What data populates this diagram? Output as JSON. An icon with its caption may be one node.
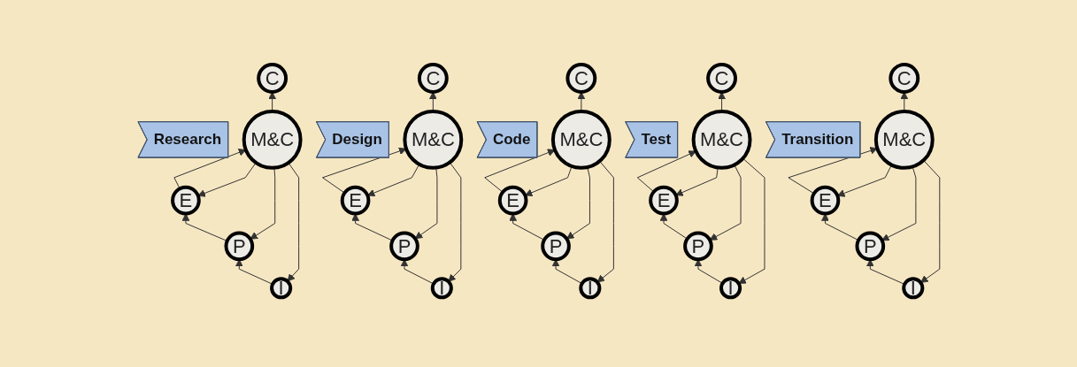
{
  "diagram": {
    "nodes": [
      {
        "text": [
          "Research"
        ]
      },
      {
        "text": [
          "Design"
        ]
      },
      {
        "text": [
          "Code"
        ]
      },
      {
        "text": [
          "Test"
        ]
      },
      {
        "text": [
          "Transition"
        ]
      },
      {
        "text": [
          "I"
        ]
      },
      {
        "text": [
          "P"
        ]
      },
      {
        "text": [
          "C"
        ]
      },
      {
        "text": [
          "E"
        ]
      },
      {
        "text": [
          "M&C"
        ]
      },
      {
        "text": [
          "I"
        ]
      },
      {
        "text": [
          "P"
        ]
      },
      {
        "text": [
          "C"
        ]
      },
      {
        "text": [
          "E"
        ]
      },
      {
        "text": [
          "M&C"
        ]
      },
      {
        "text": [
          "I"
        ]
      },
      {
        "text": [
          "P"
        ]
      },
      {
        "text": [
          "C"
        ]
      },
      {
        "text": [
          "E"
        ]
      },
      {
        "text": [
          "M&C"
        ]
      },
      {
        "text": [
          "I"
        ]
      },
      {
        "text": [
          "P"
        ]
      },
      {
        "text": [
          "C"
        ]
      },
      {
        "text": [
          "E"
        ]
      },
      {
        "text": [
          "M&C"
        ]
      },
      {
        "text": [
          "I"
        ]
      },
      {
        "text": [
          "P"
        ]
      },
      {
        "text": [
          "C"
        ]
      },
      {
        "text": [
          "E"
        ]
      },
      {
        "text": [
          "M&C"
        ]
      }
    ],
    "edges": [
      {
        "from": 5,
        "to": 6,
        "arrow": "to"
      },
      {
        "from": 6,
        "to": 8,
        "arrow": "to"
      },
      {
        "from": 9,
        "to": 5,
        "arrow": "to"
      },
      {
        "from": 9,
        "to": 6,
        "arrow": "to"
      },
      {
        "from": 9,
        "to": 7,
        "arrow": "to"
      },
      {
        "from": 9,
        "to": 8,
        "arrow": "to"
      },
      {
        "from": 8,
        "to": 9,
        "arrow": "to"
      },
      {
        "from": 10,
        "to": 11,
        "arrow": "to"
      },
      {
        "from": 11,
        "to": 13,
        "arrow": "to"
      },
      {
        "from": 14,
        "to": 10,
        "arrow": "to"
      },
      {
        "from": 14,
        "to": 11,
        "arrow": "to"
      },
      {
        "from": 14,
        "to": 12,
        "arrow": "to"
      },
      {
        "from": 14,
        "to": 13,
        "arrow": "to"
      },
      {
        "from": 13,
        "to": 14,
        "arrow": "to"
      },
      {
        "from": 15,
        "to": 16,
        "arrow": "to"
      },
      {
        "from": 16,
        "to": 18,
        "arrow": "to"
      },
      {
        "from": 19,
        "to": 15,
        "arrow": "to"
      },
      {
        "from": 19,
        "to": 16,
        "arrow": "to"
      },
      {
        "from": 19,
        "to": 17,
        "arrow": "to"
      },
      {
        "from": 19,
        "to": 18,
        "arrow": "to"
      },
      {
        "from": 18,
        "to": 19,
        "arrow": "to"
      },
      {
        "from": 20,
        "to": 21,
        "arrow": "to"
      },
      {
        "from": 21,
        "to": 23,
        "arrow": "to"
      },
      {
        "from": 24,
        "to": 20,
        "arrow": "to"
      },
      {
        "from": 24,
        "to": 21,
        "arrow": "to"
      },
      {
        "from": 24,
        "to": 22,
        "arrow": "to"
      },
      {
        "from": 24,
        "to": 23,
        "arrow": "to"
      },
      {
        "from": 23,
        "to": 24,
        "arrow": "to"
      },
      {
        "from": 25,
        "to": 26,
        "arrow": "to"
      },
      {
        "from": 26,
        "to": 28,
        "arrow": "to"
      },
      {
        "from": 29,
        "to": 25,
        "arrow": "to"
      },
      {
        "from": 29,
        "to": 26,
        "arrow": "to"
      },
      {
        "from": 29,
        "to": 27,
        "arrow": "to"
      },
      {
        "from": 29,
        "to": 28,
        "arrow": "to"
      },
      {
        "from": 28,
        "to": 29,
        "arrow": "to"
      }
    ]
  }
}
